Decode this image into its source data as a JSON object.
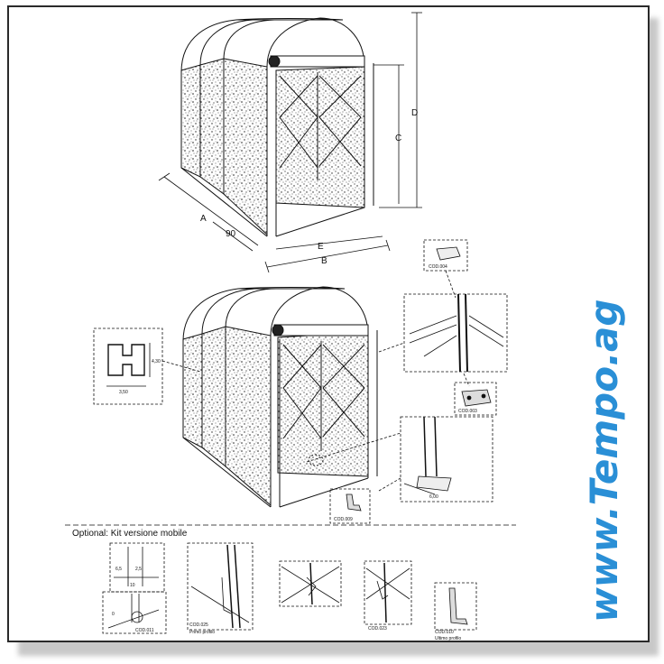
{
  "drawing": {
    "dimensions": {
      "a": "A",
      "b": "B",
      "c": "C",
      "d": "D",
      "e": "E",
      "ninety": "90"
    },
    "profile_dims": {
      "height": "4,30",
      "width": "3,50"
    },
    "detail_dims": {
      "base": "6,00",
      "d1": "6,5",
      "d2": "2,5",
      "d3": "10",
      "d4": "0"
    },
    "codes": {
      "cod004": "COD.004",
      "cod003": "COD.003",
      "cod009": "COD.009",
      "cod011": "COD.011",
      "cod025": "COD.025",
      "cod023": "COD.023",
      "cod010": "COD.010"
    },
    "notes": {
      "optional_title": "Optional: Kit versione mobile",
      "primo_profilo": "Primo profilo",
      "ultimo_profilo": "Ultimo profilo"
    }
  },
  "watermark": {
    "text": "www.Tempo.ag",
    "color": "#2a8fd6"
  }
}
